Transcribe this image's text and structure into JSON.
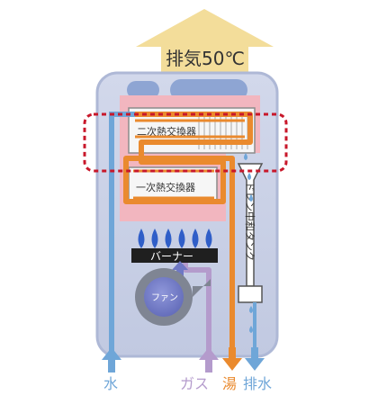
{
  "labels": {
    "exhaust": "排気50℃",
    "secondary_hx": "二次熱交換器",
    "primary_hx": "一次熱交換器",
    "burner": "バーナー",
    "fan": "ファン",
    "drain_tank": "ドレン中和タンク",
    "water_in": "水",
    "gas": "ガス",
    "hot_water": "湯",
    "drain_out": "排水"
  },
  "colors": {
    "exhaust_arrow": "#f3dd9a",
    "casing_fill": "#c5cde4",
    "casing_stroke": "#aeb8d6",
    "heat_zone": "#f2b6bf",
    "water": "#6fa6d8",
    "gas": "#b49bcc",
    "hot_water": "#ea8a2e",
    "highlight": "#c8172a",
    "burner_body": "#1f1f1f",
    "flame": "#2f5ec8",
    "fan_ring": "#7f8593",
    "fan_hub": "#6f78c5"
  }
}
